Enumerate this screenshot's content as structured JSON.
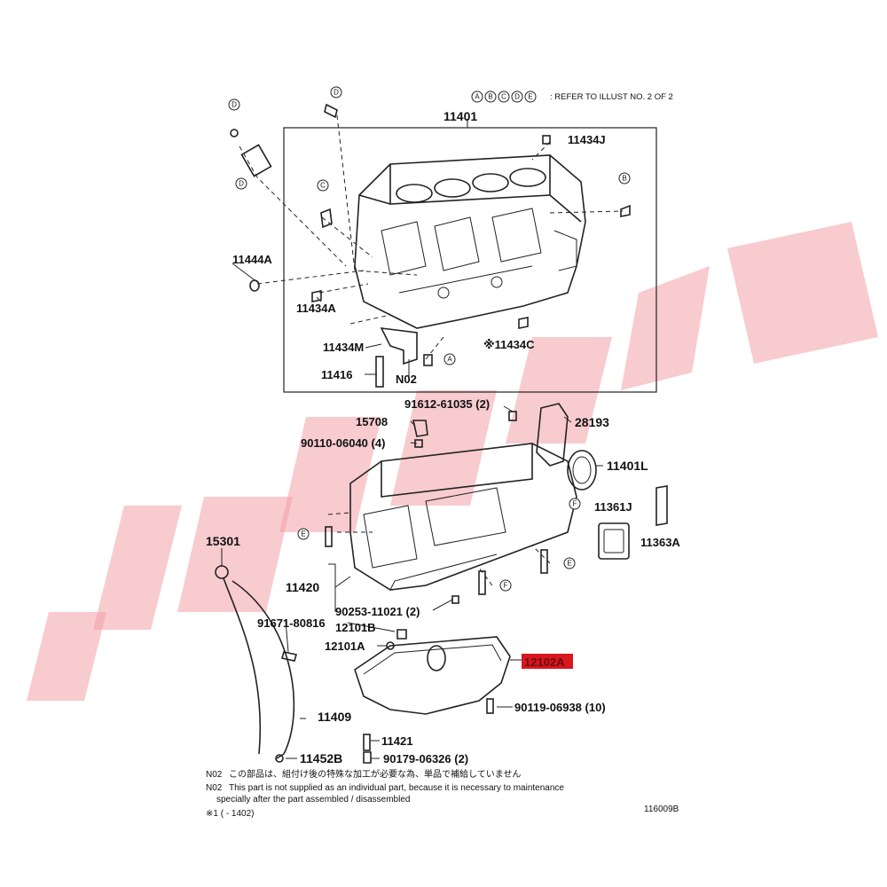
{
  "diagram": {
    "refer_note": {
      "circles": [
        "A",
        "B",
        "C",
        "D",
        "E"
      ],
      "text": ": REFER TO ILLUST NO. 2 OF 2"
    },
    "labels": {
      "p11401": "11401",
      "p11434J": "11434J",
      "p11444A": "11444A",
      "p11434A": "11434A",
      "p11434M": "11434M",
      "p11434C": "※11434C",
      "p11416": "11416",
      "pN02": "N02",
      "p91612": "91612-61035 (2)",
      "p28193": "28193",
      "p15708": "15708",
      "p90110": "90110-06040 (4)",
      "p11401L": "11401L",
      "p11361J": "11361J",
      "p11363A": "11363A",
      "p15301": "15301",
      "p11420": "11420",
      "p90253": "90253-11021 (2)",
      "p91671": "91671-80816",
      "p12101B": "12101B",
      "p12101A": "12101A",
      "p12102A": "12102A",
      "p90119": "90119-06938 (10)",
      "p11409": "11409",
      "p11421": "11421",
      "p11452B": "11452B",
      "p90179": "90179-06326 (2)"
    },
    "callouts": {
      "d1": "D",
      "d2": "D",
      "d3": "D",
      "c1": "C",
      "b1": "B",
      "a1": "A",
      "e1": "E",
      "e2": "E",
      "f1": "F",
      "f2": "F"
    },
    "highlight_color": "#d8171f",
    "notes": {
      "n02_jp_code": "N02",
      "n02_jp_text": "この部品は、組付け後の特殊な加工が必要な為、単品で補給していません",
      "n02_en_code": "N02",
      "n02_en_line1": "This part is not supplied as an individual part, because it is necessary to maintenance",
      "n02_en_line2": "specially after the part assembled / disassembled",
      "star_note": "※1 (      - 1402)",
      "illust_number": "116009B"
    }
  }
}
